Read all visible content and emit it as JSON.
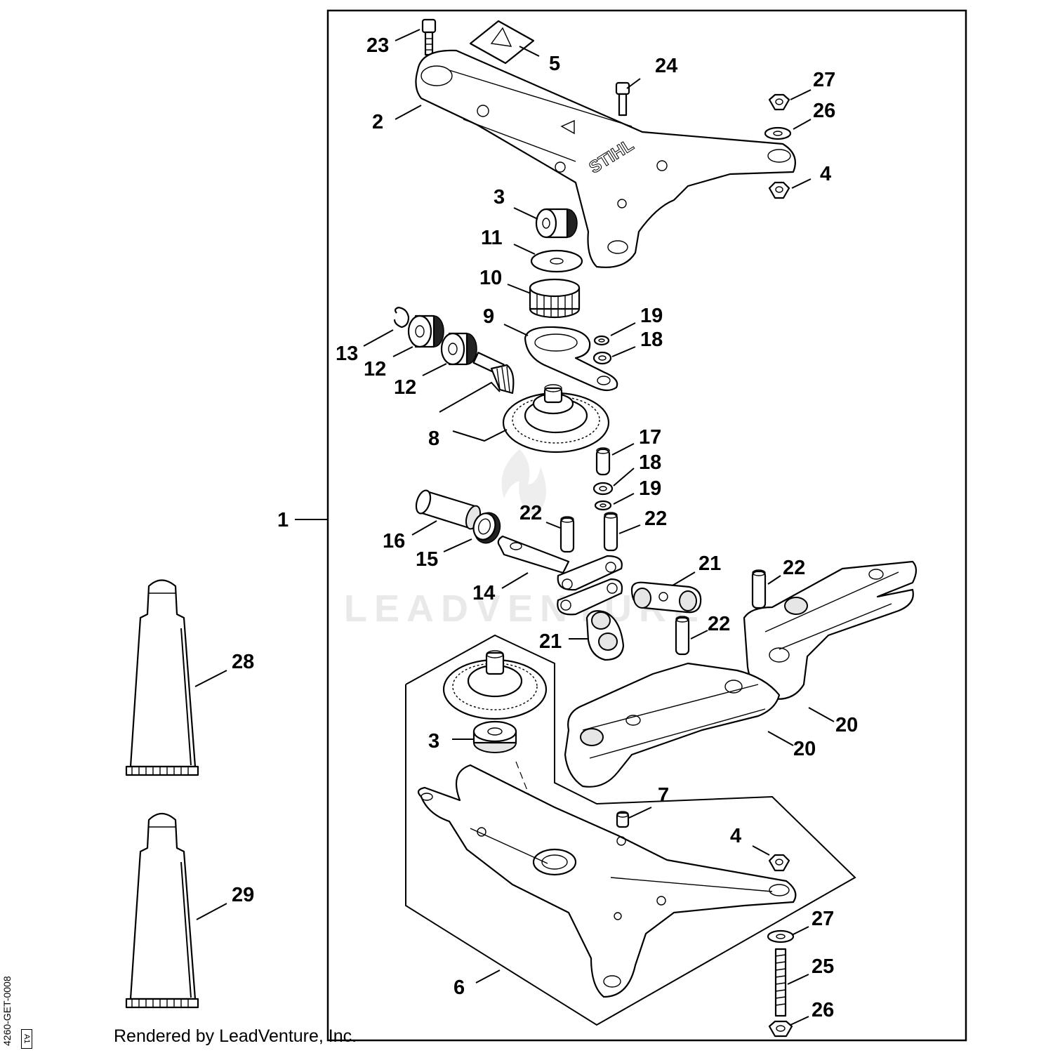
{
  "diagram": {
    "callouts": [
      "1",
      "2",
      "3",
      "4",
      "5",
      "6",
      "7",
      "8",
      "9",
      "10",
      "11",
      "12",
      "13",
      "14",
      "15",
      "16",
      "17",
      "18",
      "19",
      "20",
      "21",
      "22",
      "23",
      "24",
      "25",
      "26",
      "27",
      "28",
      "29"
    ],
    "watermark": "LEADVENTURE",
    "footer": {
      "credit": "Rendered by LeadVenture, Inc.",
      "drawing_code": "4260-GET-0008",
      "revision": "A1"
    }
  }
}
